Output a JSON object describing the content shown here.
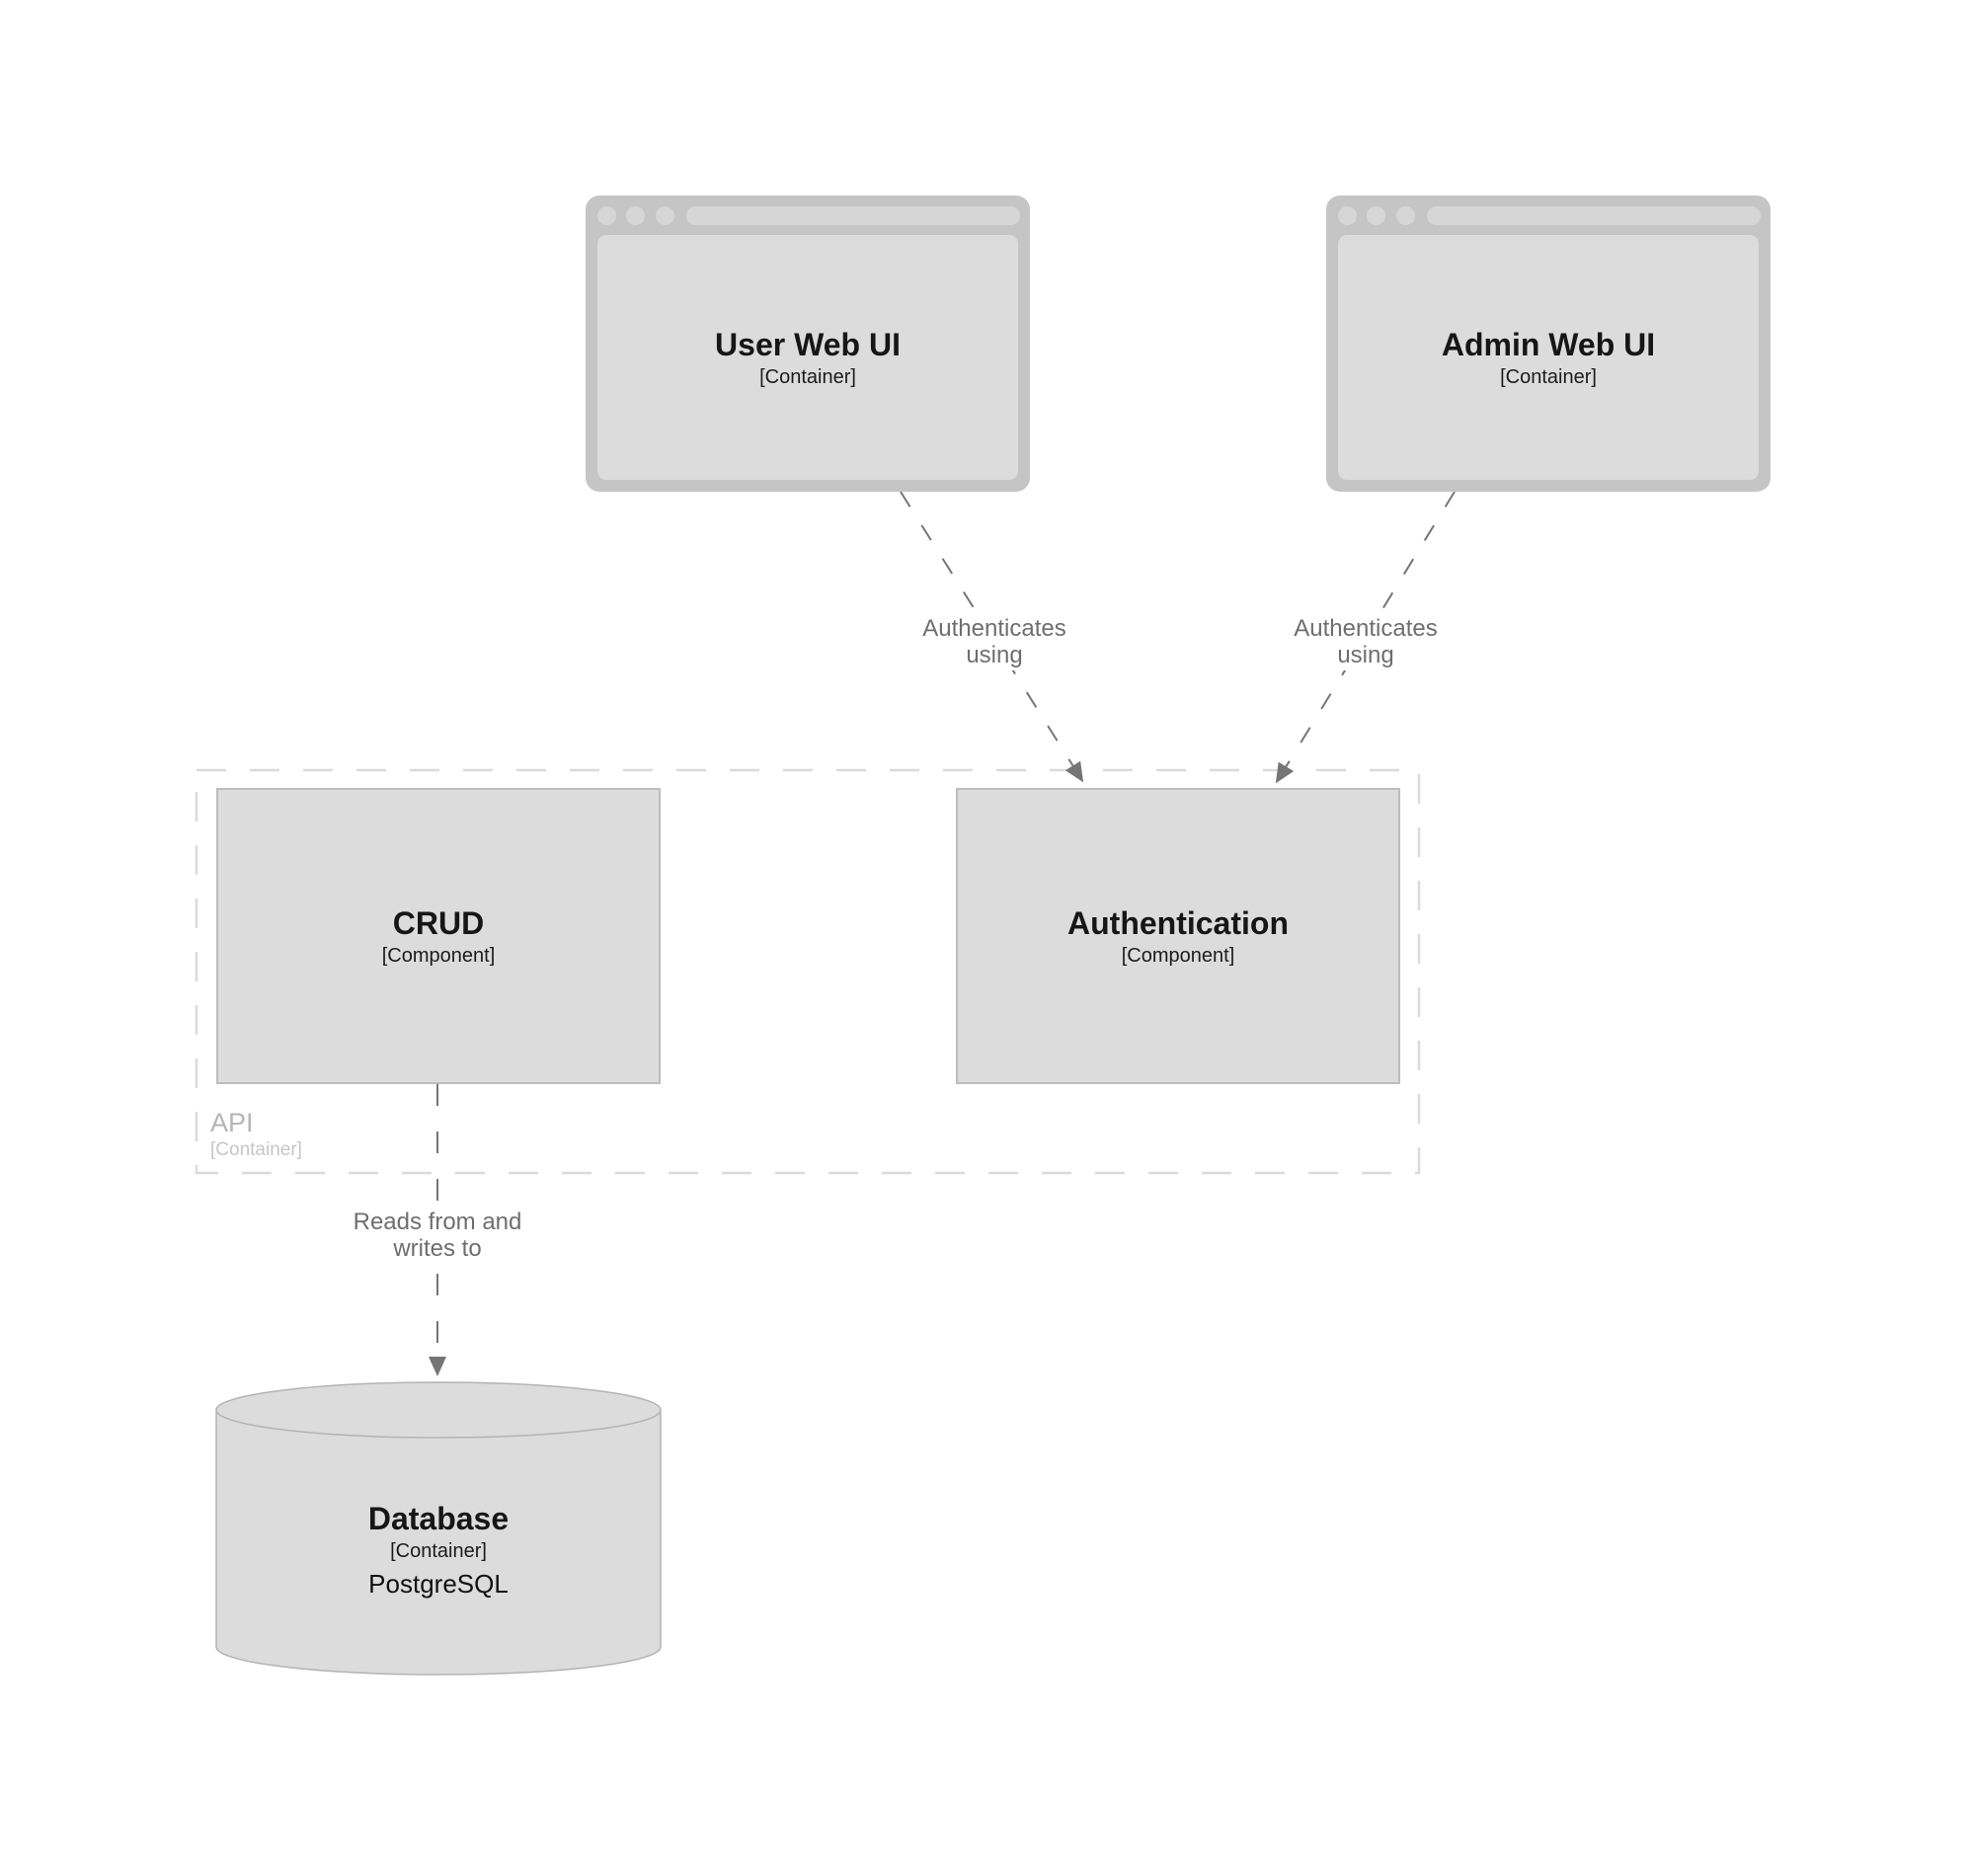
{
  "colors": {
    "canvas_bg": "#ffffff",
    "browser_frame": "#c5c5c5",
    "browser_controls": "#d6d6d6",
    "node_fill": "#dcdcdc",
    "node_border": "#bdbdbd",
    "boundary_dash": "#dbdbdb",
    "edge_line": "#757575",
    "edge_label_text": "#6e6e6e",
    "boundary_label_text": "#b5b5b5",
    "node_text": "#161616"
  },
  "nodes": {
    "user_web_ui": {
      "title": "User Web UI",
      "subtitle": "[Container]"
    },
    "admin_web_ui": {
      "title": "Admin Web UI",
      "subtitle": "[Container]"
    },
    "crud": {
      "title": "CRUD",
      "subtitle": "[Component]"
    },
    "authentication": {
      "title": "Authentication",
      "subtitle": "[Component]"
    },
    "database": {
      "title": "Database",
      "subtitle": "[Container]",
      "technology": "PostgreSQL"
    }
  },
  "boundary": {
    "title": "API",
    "subtitle": "[Container]"
  },
  "edges": {
    "user_to_auth": {
      "line1": "Authenticates",
      "line2": "using"
    },
    "admin_to_auth": {
      "line1": "Authenticates",
      "line2": "using"
    },
    "crud_to_database": {
      "line1": "Reads from and",
      "line2": "writes to"
    }
  }
}
